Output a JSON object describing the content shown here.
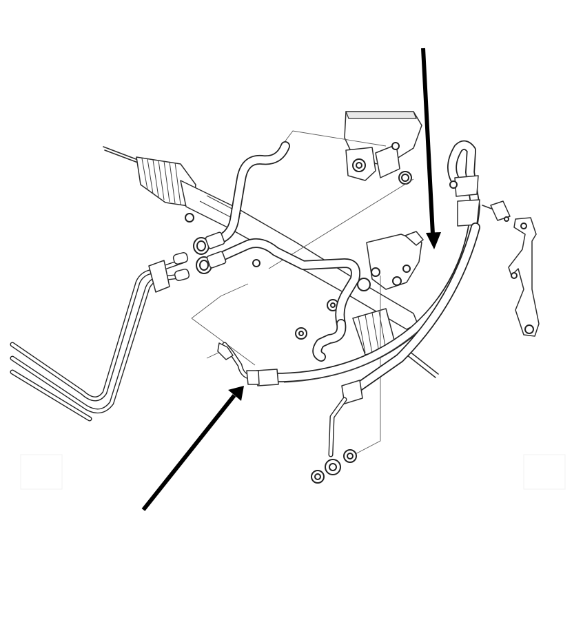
{
  "colors": {
    "background": "#ffffff",
    "linework": "#222222",
    "arrows": "#000000"
  },
  "arrows": [
    {
      "direction": "down",
      "target": "upper-high-pressure-hose"
    },
    {
      "direction": "up-right",
      "target": "hose-end-fitting"
    }
  ]
}
